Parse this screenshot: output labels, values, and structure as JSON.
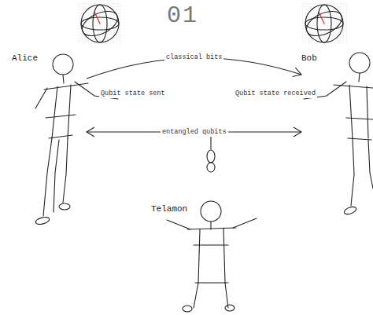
{
  "diagram": {
    "nodes": [
      {
        "text": [
          "Alice"
        ]
      },
      {
        "text": [
          "Bob"
        ]
      },
      {
        "text": [
          "Telamon"
        ]
      }
    ],
    "edges": [
      {
        "from": 0,
        "to": 1,
        "label": "classical bits",
        "arrow": "to"
      },
      {
        "from": 0,
        "to": 1,
        "label": "entangled qubits",
        "arrow": "both"
      }
    ],
    "labels": [
      "01",
      "Qubit state sent",
      "Qubit state received"
    ]
  }
}
